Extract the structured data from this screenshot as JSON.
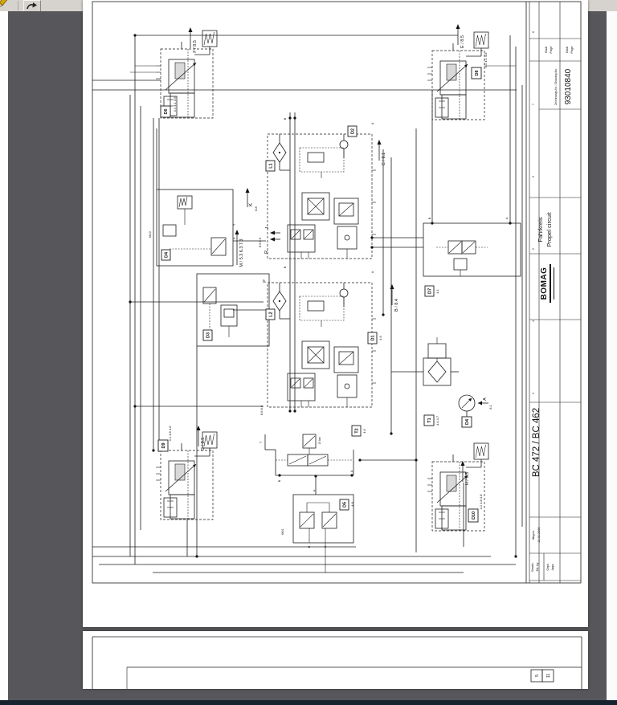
{
  "colors": {
    "canvas_gray": "#57575B",
    "toolbar_gray": "#D6D3CE",
    "page_white": "#FFFFFF",
    "line_black": "#1C1C1C",
    "bottom_bar_navy": "#16222E",
    "pencil_yellow": "#D8A800"
  },
  "toolbar": {
    "pencil_icon": "pencil-icon",
    "forward_icon": "forward-arrow-icon"
  },
  "titleblock": {
    "blatt1_line1": "Blatt",
    "blatt1_line2": "Page",
    "blatt2_line1": "Blatt",
    "blatt2_line2": "Page",
    "drawing_no_label": "Zeichnungs-Nr. / Drawing-No.",
    "drawing_no": "93010840",
    "title_de": "Fahrkreis",
    "title_en": "Propel circuit",
    "brand": "BOMAG",
    "model": "BC 472 / BC 462",
    "begun_label": "begon.",
    "begun_date": "21.01.2009",
    "bearb_de": "Bearb.",
    "bearb_en": "Ed. by",
    "gepr_de": "Gepr.",
    "gepr_en": "Appr."
  },
  "zones": [
    "8",
    "7",
    "6",
    "5",
    "4",
    "3",
    "2",
    "1"
  ],
  "page2": {
    "num_left": "5",
    "num_right": "11"
  },
  "sch": {
    "tags": {
      "d1": "D1",
      "d2": "D2",
      "d3": "D3",
      "d4": "D4",
      "d4b": "D4",
      "d5": "D5",
      "d6": "D6",
      "d7": "D7",
      "d8": "D8",
      "d9": "D9",
      "d10": "D10",
      "t1": "T1",
      "t2": "T2",
      "l1": "L1",
      "l2": "L2"
    },
    "refs": {
      "d6": "4.1 4.1 4.6",
      "d8": "4.1 4.1 4.8",
      "d9": "4.1 4.8 4.8",
      "d10": "4.1 4.8 4.8",
      "d7": "4.1",
      "t1": "4.4 4.7",
      "d1": "4.6",
      "t2": "4.6",
      "d5": "4.8",
      "k": "8.8",
      "r": "8.6  8.6",
      "r2": "8.6  8.6",
      "a": "8.1"
    },
    "flows": {
      "f": "F / 8.5",
      "e": "E / 8.5",
      "k": "K",
      "m": "M / 5.3 6.3 7.3",
      "r": "R",
      "j": "J",
      "p": "P",
      "b": "B / 8.4",
      "c": "C / 8.1",
      "g": "G / 8.5",
      "h": "H / 8.5",
      "a": "A"
    },
    "ports": {
      "p1b": "B",
      "p1a": "A",
      "p2b": "B",
      "p2a": "A",
      "d7b": "B",
      "d7a": "A",
      "t2t": "T",
      "t2b": "B",
      "t2a": "A",
      "d5p": "P",
      "d5b": "B",
      "d5a": "A",
      "m01": "M01",
      "m10": "M10",
      "x1": "X",
      "td4": "T",
      "bar10": "10 bar"
    }
  }
}
